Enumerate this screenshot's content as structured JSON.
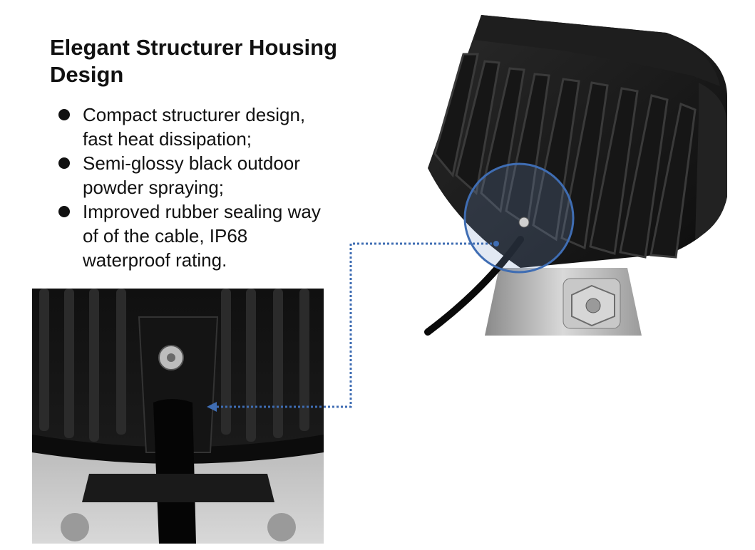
{
  "heading": "Elegant Structurer Housing Design",
  "bullets": [
    {
      "line1": "Compact structurer design,",
      "line2": "fast heat dissipation;"
    },
    {
      "line1": "Semi-glossy black outdoor",
      "line2": "powder spraying;"
    },
    {
      "line1": "Improved rubber sealing way",
      "line2": "of of the cable, IP68",
      "line3": "waterproof rating."
    }
  ],
  "images": {
    "top": {
      "icon": "work-light-housing-photo",
      "subject": "black finned LED work light housing with mounting bracket"
    },
    "bottom": {
      "icon": "cable-seal-closeup-photo",
      "subject": "close-up of rubber cable seal on housing"
    }
  },
  "colors": {
    "accent": "#3f6db3",
    "text": "#111111",
    "housing": "#141414"
  }
}
